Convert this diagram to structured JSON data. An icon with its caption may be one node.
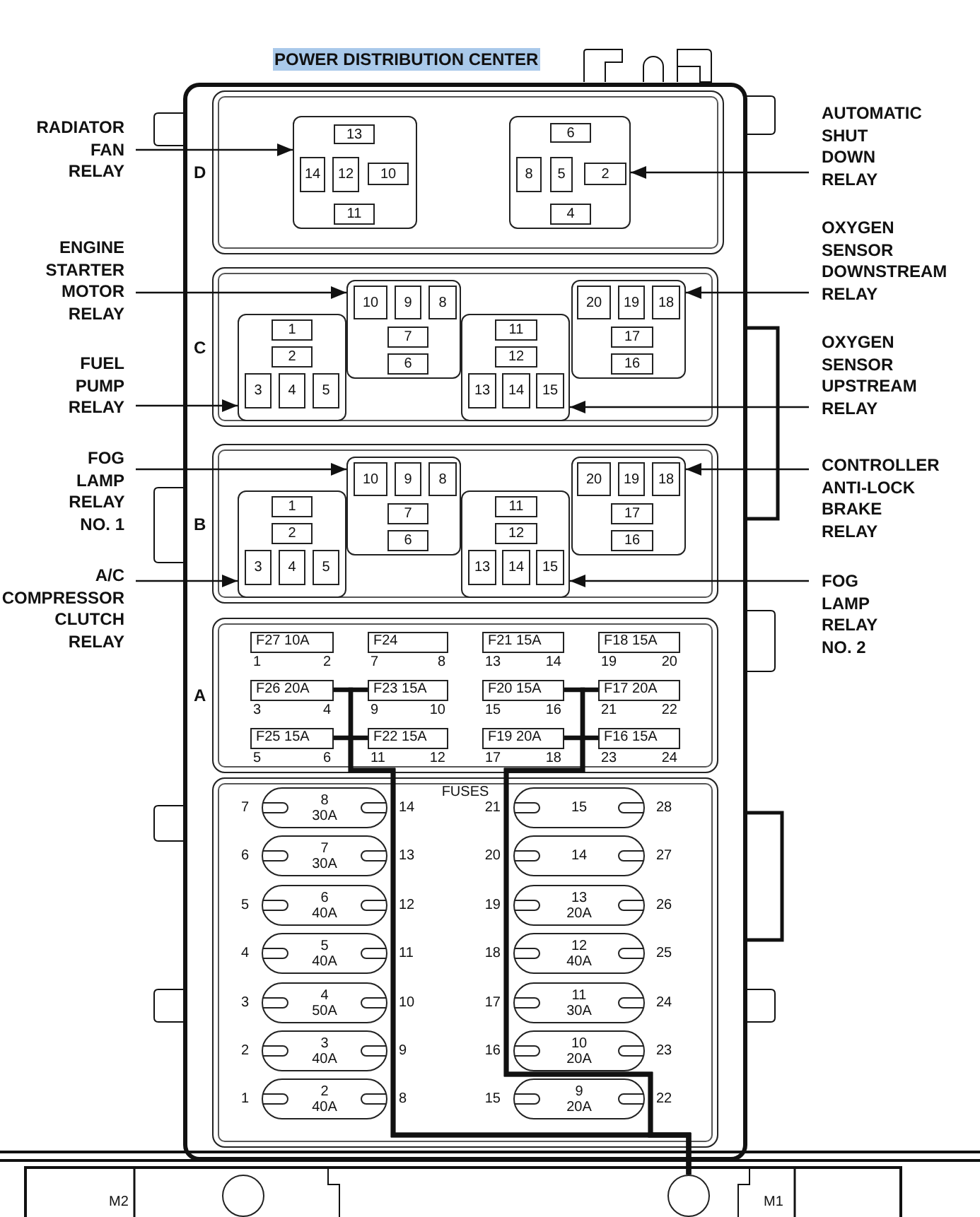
{
  "diagram": {
    "title": "POWER DISTRIBUTION CENTER",
    "nodes": [
      {
        "text": [
          "RADIATOR FAN RELAY"
        ]
      },
      {
        "text": [
          "AUTOMATIC SHUT DOWN RELAY"
        ]
      },
      {
        "text": [
          "ENGINE STARTER MOTOR RELAY"
        ]
      },
      {
        "text": [
          "OXYGEN SENSOR DOWNSTREAM RELAY"
        ]
      },
      {
        "text": [
          "FUEL PUMP RELAY"
        ]
      },
      {
        "text": [
          "OXYGEN SENSOR UPSTREAM RELAY"
        ]
      },
      {
        "text": [
          "FOG LAMP RELAY NO. 1"
        ]
      },
      {
        "text": [
          "CONTROLLER ANTI-LOCK BRAKE RELAY"
        ]
      },
      {
        "text": [
          "A/C COMPRESSOR CLUTCH RELAY"
        ]
      },
      {
        "text": [
          "FOG LAMP RELAY NO. 2"
        ]
      },
      {
        "text": [
          "D"
        ]
      },
      {
        "text": [],
        "shape": "box",
        "in": 10
      },
      {
        "text": [
          "13"
        ],
        "in": 11
      },
      {
        "text": [
          "14"
        ],
        "in": 11
      },
      {
        "text": [
          "12"
        ],
        "in": 11
      },
      {
        "text": [
          "10"
        ],
        "in": 11
      },
      {
        "text": [
          "11"
        ],
        "in": 11
      },
      {
        "text": [],
        "shape": "box",
        "in": 10
      },
      {
        "text": [
          "6"
        ],
        "in": 17
      },
      {
        "text": [
          "8"
        ],
        "in": 17
      },
      {
        "text": [
          "5"
        ],
        "in": 17
      },
      {
        "text": [
          "2"
        ],
        "in": 17
      },
      {
        "text": [
          "4"
        ],
        "in": 17
      },
      {
        "text": [
          "C"
        ]
      },
      {
        "text": [],
        "shape": "box",
        "in": 23
      },
      {
        "text": [
          "10"
        ],
        "in": 24
      },
      {
        "text": [
          "9"
        ],
        "in": 24
      },
      {
        "text": [
          "8"
        ],
        "in": 24
      },
      {
        "text": [
          "7"
        ],
        "in": 24
      },
      {
        "text": [
          "6"
        ],
        "in": 24
      },
      {
        "text": [],
        "shape": "box",
        "in": 23
      },
      {
        "text": [
          "20"
        ],
        "in": 30
      },
      {
        "text": [
          "19"
        ],
        "in": 30
      },
      {
        "text": [
          "18"
        ],
        "in": 30
      },
      {
        "text": [
          "17"
        ],
        "in": 30
      },
      {
        "text": [
          "16"
        ],
        "in": 30
      },
      {
        "text": [],
        "shape": "box",
        "in": 23
      },
      {
        "text": [
          "1"
        ],
        "in": 36
      },
      {
        "text": [
          "2"
        ],
        "in": 36
      },
      {
        "text": [
          "3"
        ],
        "in": 36
      },
      {
        "text": [
          "4"
        ],
        "in": 36
      },
      {
        "text": [
          "5"
        ],
        "in": 36
      },
      {
        "text": [],
        "shape": "box",
        "in": 23
      },
      {
        "text": [
          "11"
        ],
        "in": 42
      },
      {
        "text": [
          "12"
        ],
        "in": 42
      },
      {
        "text": [
          "13"
        ],
        "in": 42
      },
      {
        "text": [
          "14"
        ],
        "in": 42
      },
      {
        "text": [
          "15"
        ],
        "in": 42
      },
      {
        "text": [
          "B"
        ]
      },
      {
        "text": [],
        "shape": "box",
        "in": 48
      },
      {
        "text": [
          "10"
        ],
        "in": 49
      },
      {
        "text": [
          "9"
        ],
        "in": 49
      },
      {
        "text": [
          "8"
        ],
        "in": 49
      },
      {
        "text": [
          "7"
        ],
        "in": 49
      },
      {
        "text": [
          "6"
        ],
        "in": 49
      },
      {
        "text": [],
        "shape": "box",
        "in": 48
      },
      {
        "text": [
          "20"
        ],
        "in": 55
      },
      {
        "text": [
          "19"
        ],
        "in": 55
      },
      {
        "text": [
          "18"
        ],
        "in": 55
      },
      {
        "text": [
          "17"
        ],
        "in": 55
      },
      {
        "text": [
          "16"
        ],
        "in": 55
      },
      {
        "text": [],
        "shape": "box",
        "in": 48
      },
      {
        "text": [
          "1"
        ],
        "in": 61
      },
      {
        "text": [
          "2"
        ],
        "in": 61
      },
      {
        "text": [
          "3"
        ],
        "in": 61
      },
      {
        "text": [
          "4"
        ],
        "in": 61
      },
      {
        "text": [
          "5"
        ],
        "in": 61
      },
      {
        "text": [],
        "shape": "box",
        "in": 48
      },
      {
        "text": [
          "11"
        ],
        "in": 67
      },
      {
        "text": [
          "12"
        ],
        "in": 67
      },
      {
        "text": [
          "13"
        ],
        "in": 67
      },
      {
        "text": [
          "14"
        ],
        "in": 67
      },
      {
        "text": [
          "15"
        ],
        "in": 67
      },
      {
        "text": [
          "A"
        ]
      },
      {
        "text": [
          "F27 10A"
        ],
        "beside": [
          "1",
          "2"
        ],
        "in": 73
      },
      {
        "text": [
          "F24"
        ],
        "beside": [
          "7",
          "8"
        ],
        "in": 73
      },
      {
        "text": [
          "F21 15A"
        ],
        "beside": [
          "13",
          "14"
        ],
        "in": 73
      },
      {
        "text": [
          "F18 15A"
        ],
        "beside": [
          "19",
          "20"
        ],
        "in": 73
      },
      {
        "text": [
          "F26 20A"
        ],
        "beside": [
          "3",
          "4"
        ],
        "in": 73
      },
      {
        "text": [
          "F23 15A"
        ],
        "beside": [
          "9",
          "10"
        ],
        "in": 73
      },
      {
        "text": [
          "F20 15A"
        ],
        "beside": [
          "15",
          "16"
        ],
        "in": 73
      },
      {
        "text": [
          "F17 20A"
        ],
        "beside": [
          "21",
          "22"
        ],
        "in": 73
      },
      {
        "text": [
          "F25 15A"
        ],
        "beside": [
          "5",
          "6"
        ],
        "in": 73
      },
      {
        "text": [
          "F22 15A"
        ],
        "beside": [
          "11",
          "12"
        ],
        "in": 73
      },
      {
        "text": [
          "F19 20A"
        ],
        "beside": [
          "17",
          "18"
        ],
        "in": 73
      },
      {
        "text": [
          "F16 15A"
        ],
        "beside": [
          "23",
          "24"
        ],
        "in": 73
      },
      {
        "text": [
          "FUSES"
        ]
      },
      {
        "text": [
          "8",
          "30A"
        ],
        "beside": [
          "7",
          "14"
        ],
        "in": 86
      },
      {
        "text": [
          "15"
        ],
        "beside": [
          "21",
          "28"
        ],
        "in": 86
      },
      {
        "text": [
          "7",
          "30A"
        ],
        "beside": [
          "6",
          "13"
        ],
        "in": 86
      },
      {
        "text": [
          "14"
        ],
        "beside": [
          "20",
          "27"
        ],
        "in": 86
      },
      {
        "text": [
          "6",
          "40A"
        ],
        "beside": [
          "5",
          "12"
        ],
        "in": 86
      },
      {
        "text": [
          "13",
          "20A"
        ],
        "beside": [
          "19",
          "26"
        ],
        "in": 86
      },
      {
        "text": [
          "5",
          "40A"
        ],
        "beside": [
          "4",
          "11"
        ],
        "in": 86
      },
      {
        "text": [
          "12",
          "40A"
        ],
        "beside": [
          "18",
          "25"
        ],
        "in": 86
      },
      {
        "text": [
          "4",
          "50A"
        ],
        "beside": [
          "3",
          "10"
        ],
        "in": 86
      },
      {
        "text": [
          "11",
          "30A"
        ],
        "beside": [
          "17",
          "24"
        ],
        "in": 86
      },
      {
        "text": [
          "3",
          "40A"
        ],
        "beside": [
          "2",
          "9"
        ],
        "in": 86
      },
      {
        "text": [
          "10",
          "20A"
        ],
        "beside": [
          "16",
          "23"
        ],
        "in": 86
      },
      {
        "text": [
          "2",
          "40A"
        ],
        "beside": [
          "1",
          "8"
        ],
        "in": 86
      },
      {
        "text": [
          "9",
          "20A"
        ],
        "beside": [
          "15",
          "22"
        ],
        "in": 86
      },
      {
        "text": [],
        "shape": "circle"
      },
      {
        "text": [],
        "shape": "circle"
      }
    ],
    "edges": [
      {
        "from": 0,
        "to": 11,
        "arrow": "to"
      },
      {
        "from": 1,
        "to": 17,
        "arrow": "to"
      },
      {
        "from": 2,
        "to": 24,
        "arrow": "to"
      },
      {
        "from": 3,
        "to": 30,
        "arrow": "to"
      },
      {
        "from": 4,
        "to": 36,
        "arrow": "to"
      },
      {
        "from": 5,
        "to": 42,
        "arrow": "to"
      },
      {
        "from": 6,
        "to": 49,
        "arrow": "to"
      },
      {
        "from": 7,
        "to": 55,
        "arrow": "to"
      },
      {
        "from": 8,
        "to": 61,
        "arrow": "to"
      },
      {
        "from": 9,
        "to": 67,
        "arrow": "to"
      },
      {
        "from": 78,
        "to": 102,
        "arrow": "none",
        "style": "thick"
      },
      {
        "from": 79,
        "to": 102,
        "arrow": "none",
        "style": "thick"
      },
      {
        "from": 82,
        "to": 102,
        "arrow": "none",
        "style": "thick"
      },
      {
        "from": 83,
        "to": 102,
        "arrow": "none",
        "style": "thick"
      },
      {
        "from": 80,
        "to": 102,
        "arrow": "none",
        "style": "thick"
      },
      {
        "from": 81,
        "to": 102,
        "arrow": "none",
        "style": "thick"
      },
      {
        "from": 84,
        "to": 102,
        "arrow": "none",
        "style": "thick"
      },
      {
        "from": 85,
        "to": 102,
        "arrow": "none",
        "style": "thick"
      }
    ],
    "labels": [
      "M2",
      "M1"
    ]
  }
}
